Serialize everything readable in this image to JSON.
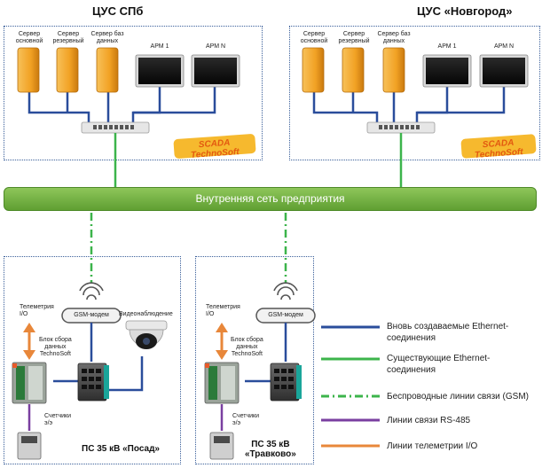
{
  "sites": {
    "spb": {
      "title": "ЦУС СПб",
      "server_main": "Сервер\nосновной",
      "server_backup": "Сервер\nрезервный",
      "server_db": "Сервер баз\nданных",
      "arm1": "АРМ 1",
      "armn": "АРМ N",
      "logo": "SCADA TechnoSoft"
    },
    "novgorod": {
      "title": "ЦУС «Новгород»",
      "server_main": "Сервер\nосновной",
      "server_backup": "Сервер\nрезервный",
      "server_db": "Сервер баз\nданных",
      "arm1": "АРМ 1",
      "armn": "АРМ N",
      "logo": "SCADA TechnoSoft"
    }
  },
  "network": {
    "label": "Внутренняя сеть предприятия"
  },
  "substations": {
    "posad": {
      "title": "ПС 35 кВ «Посад»",
      "gsm": "GSM-модем",
      "telemetry": "Телеметрия\nI/O",
      "collector": "Блок сбора\nданных\nTechnoSoft",
      "video": "Видеонаблюдение",
      "meters": "Счетчики\nэ/э"
    },
    "travkovo": {
      "title": "ПС 35 кВ\n«Травково»",
      "gsm": "GSM-модем",
      "telemetry": "Телеметрия\nI/O",
      "collector": "Блок сбора\nданных\nTechnoSoft",
      "meters": "Счетчики\nэ/э"
    }
  },
  "legend": {
    "new_ethernet": "Вновь создаваемые Ethernet-\nсоединения",
    "existing_ethernet": "Существующие Ethernet-\nсоединения",
    "wireless": "Беспроводные линии связи (GSM)",
    "rs485": "Линии связи RS-485",
    "telemetry": "Линии телеметрии I/O"
  },
  "colors": {
    "new_ethernet": "#2a4d9b",
    "existing_ethernet": "#3cb44b",
    "wireless": "#3cb44b",
    "rs485": "#7a3fa0",
    "telemetry": "#e8873a",
    "server": "#f2a224",
    "network": "#6aac3c"
  }
}
